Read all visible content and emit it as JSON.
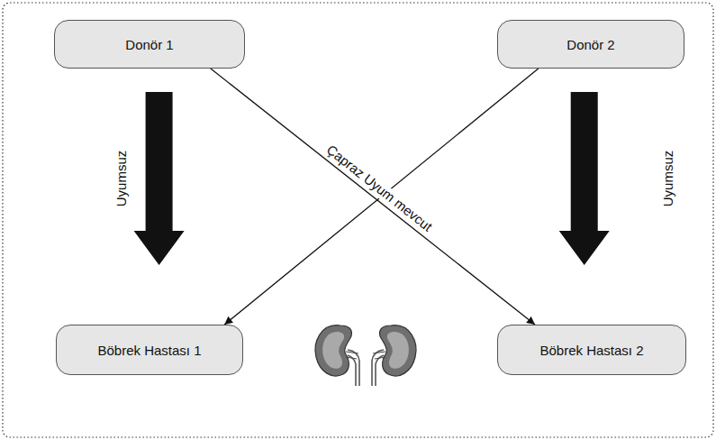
{
  "diagram": {
    "nodes": [
      {
        "text": [
          "Donör 1"
        ]
      },
      {
        "text": [
          "Donör 2"
        ]
      },
      {
        "text": [
          "Böbrek Hastası 1"
        ]
      },
      {
        "text": [
          "Böbrek Hastası 2"
        ]
      }
    ],
    "edges": [
      {
        "from": 0,
        "to": 2,
        "arrow": "to",
        "label": "Uyumsuz"
      },
      {
        "from": 1,
        "to": 3,
        "arrow": "to",
        "label": "Uyumsuz"
      },
      {
        "from": 0,
        "to": 3,
        "arrow": "to",
        "label": "Çapraz Uyum mevcut"
      },
      {
        "from": 1,
        "to": 2,
        "arrow": "to"
      }
    ]
  }
}
